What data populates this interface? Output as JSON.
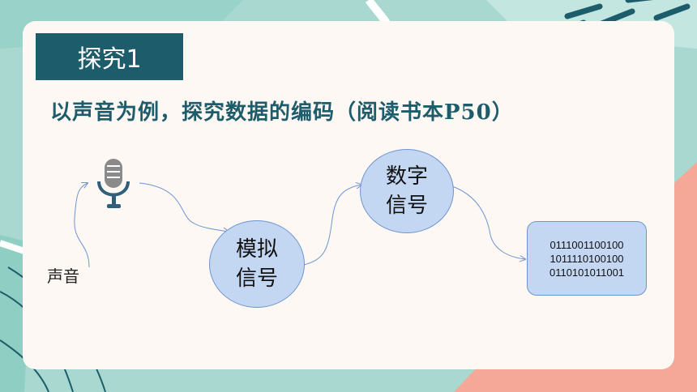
{
  "badge": {
    "label": "探究1"
  },
  "heading": {
    "text": "以声音为例，探究数据的编码（阅读书本P50）"
  },
  "sound_label": "声音",
  "nodes": {
    "analog": {
      "line1": "模拟",
      "line2": "信号"
    },
    "digital": {
      "line1": "数字",
      "line2": "信号"
    }
  },
  "binary_lines": [
    "0111001100100",
    "1011110100100",
    "0110101011001"
  ],
  "icons": {
    "microphone": "microphone-icon"
  },
  "colors": {
    "badge_bg": "#1d5d6b",
    "heading": "#1d5d6b",
    "node_fill": "#c3d7f3",
    "node_stroke": "#6e94cf",
    "card_bg": "#fdf8f4",
    "page_bg": "#a8d8cf"
  }
}
